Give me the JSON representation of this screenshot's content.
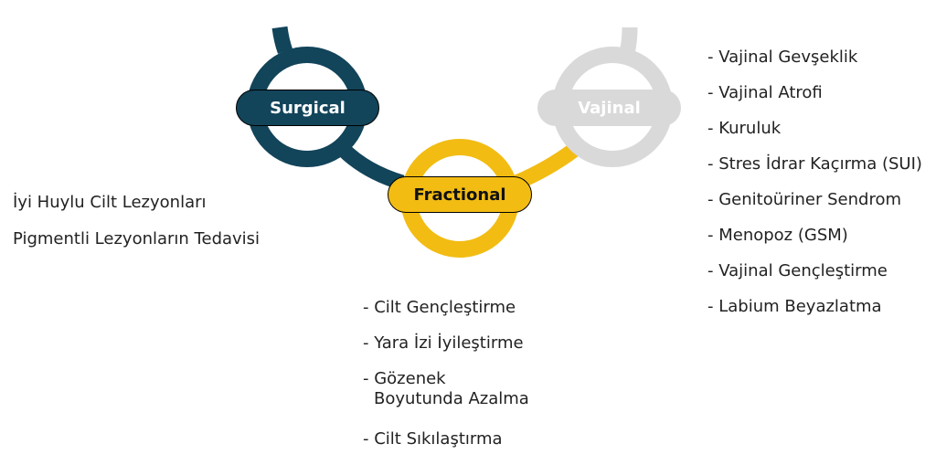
{
  "colors": {
    "surgical": "#12445a",
    "fractional": "#f2bc13",
    "vajinal": "#d9d9d9"
  },
  "nodes": {
    "surgical": "Surgical",
    "fractional": "Fractional",
    "vajinal": "Vajinal"
  },
  "left_list": [
    "İyi Huylu Cilt Lezyonları",
    "Pigmentli Lezyonların Tedavisi"
  ],
  "fractional_list": [
    "- Cilt Gençleştirme",
    "- Yara İzi İyileştirme",
    "- Gözenek",
    "Boyutunda Azalma",
    "- Cilt Sıkılaştırma"
  ],
  "vajinal_list": [
    "- Vajinal Gevşeklik",
    "- Vajinal Atrofi",
    "- Kuruluk",
    "- Stres İdrar Kaçırma (SUI)",
    "- Genitoüriner Sendrom",
    "- Menopoz (GSM)",
    "- Vajinal Gençleştirme",
    "- Labium Beyazlatma"
  ]
}
